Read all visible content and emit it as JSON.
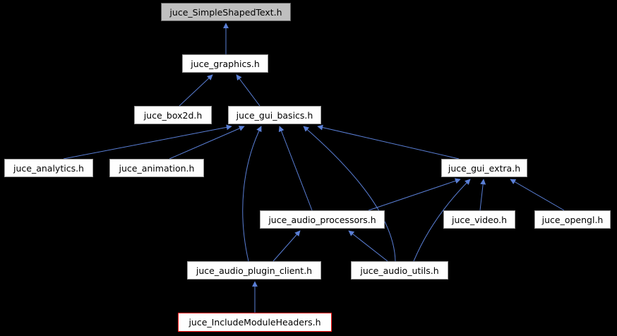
{
  "diagram": {
    "type": "include-dependency-graph",
    "nodes": {
      "simple": {
        "label": "juce_SimpleShapedText.h",
        "style": "current"
      },
      "graphics": {
        "label": "juce_graphics.h",
        "style": "normal"
      },
      "box2d": {
        "label": "juce_box2d.h",
        "style": "normal"
      },
      "gui_basics": {
        "label": "juce_gui_basics.h",
        "style": "normal"
      },
      "analytics": {
        "label": "juce_analytics.h",
        "style": "normal"
      },
      "animation": {
        "label": "juce_animation.h",
        "style": "normal"
      },
      "gui_extra": {
        "label": "juce_gui_extra.h",
        "style": "normal"
      },
      "audio_processors": {
        "label": "juce_audio_processors.h",
        "style": "normal"
      },
      "video": {
        "label": "juce_video.h",
        "style": "normal"
      },
      "opengl": {
        "label": "juce_opengl.h",
        "style": "normal"
      },
      "plugin_client": {
        "label": "juce_audio_plugin_client.h",
        "style": "normal"
      },
      "audio_utils": {
        "label": "juce_audio_utils.h",
        "style": "normal"
      },
      "include_headers": {
        "label": "juce_IncludeModuleHeaders.h",
        "style": "focus-red-border"
      }
    },
    "edges": [
      {
        "from": "juce_graphics.h",
        "to": "juce_SimpleShapedText.h"
      },
      {
        "from": "juce_box2d.h",
        "to": "juce_graphics.h"
      },
      {
        "from": "juce_gui_basics.h",
        "to": "juce_graphics.h"
      },
      {
        "from": "juce_analytics.h",
        "to": "juce_gui_basics.h"
      },
      {
        "from": "juce_animation.h",
        "to": "juce_gui_basics.h"
      },
      {
        "from": "juce_gui_extra.h",
        "to": "juce_gui_basics.h"
      },
      {
        "from": "juce_audio_processors.h",
        "to": "juce_gui_basics.h"
      },
      {
        "from": "juce_audio_plugin_client.h",
        "to": "juce_gui_basics.h"
      },
      {
        "from": "juce_audio_utils.h",
        "to": "juce_gui_basics.h"
      },
      {
        "from": "juce_audio_processors.h",
        "to": "juce_gui_extra.h"
      },
      {
        "from": "juce_video.h",
        "to": "juce_gui_extra.h"
      },
      {
        "from": "juce_opengl.h",
        "to": "juce_gui_extra.h"
      },
      {
        "from": "juce_audio_utils.h",
        "to": "juce_gui_extra.h"
      },
      {
        "from": "juce_audio_plugin_client.h",
        "to": "juce_audio_processors.h"
      },
      {
        "from": "juce_audio_utils.h",
        "to": "juce_audio_processors.h"
      },
      {
        "from": "juce_IncludeModuleHeaders.h",
        "to": "juce_audio_plugin_client.h"
      }
    ],
    "colors": {
      "background": "#000000",
      "edge": "#5a7fd6",
      "node_fill": "#fefefe",
      "node_text": "#000000",
      "current_node_fill": "#bfbfbf",
      "focus_border": "#ff1414"
    }
  }
}
